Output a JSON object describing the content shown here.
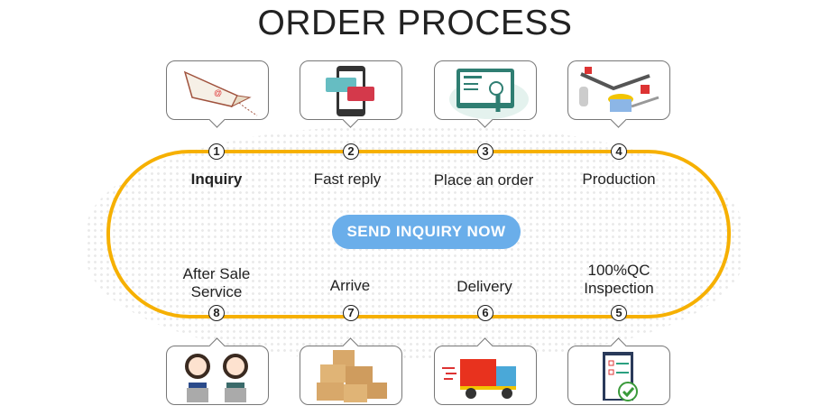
{
  "title": "ORDER PROCESS",
  "button": "SEND INQUIRY NOW",
  "colors": {
    "loop": "#f6b000",
    "button": "#6aaeea"
  },
  "steps": [
    {
      "num": "1",
      "label": "Inquiry",
      "icon": "paper-plane-mail-icon"
    },
    {
      "num": "2",
      "label": "Fast reply",
      "icon": "phone-chat-icon"
    },
    {
      "num": "3",
      "label": "Place an order",
      "icon": "tablet-cart-icon"
    },
    {
      "num": "4",
      "label": "Production",
      "icon": "factory-line-icon"
    },
    {
      "num": "5",
      "label": "100%QC",
      "label2": "Inspection",
      "icon": "clipboard-check-icon"
    },
    {
      "num": "6",
      "label": "Delivery",
      "icon": "truck-icon"
    },
    {
      "num": "7",
      "label": "Arrive",
      "icon": "boxes-icon"
    },
    {
      "num": "8",
      "label": "After Sale",
      "label2": "Service",
      "icon": "support-agents-icon"
    }
  ]
}
